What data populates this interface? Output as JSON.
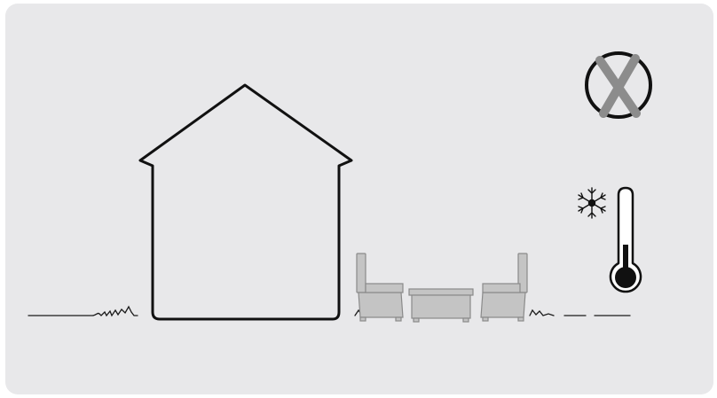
{
  "scene": {
    "description_icons": [
      "house-outline",
      "patio-chair",
      "patio-table",
      "patio-chair",
      "grass-line"
    ],
    "status_icon": "cross-mark-icon",
    "weather_icons": [
      "snowflake-icon",
      "thermometer-icon"
    ],
    "thermometer_level": 0.35
  },
  "colors": {
    "background": "#e8e8ea",
    "outline": "#1a1a1a",
    "furniture_fill": "#c4c4c4",
    "furniture_stroke": "#8a8a8a",
    "cross_mark": "#8c8c8c"
  }
}
